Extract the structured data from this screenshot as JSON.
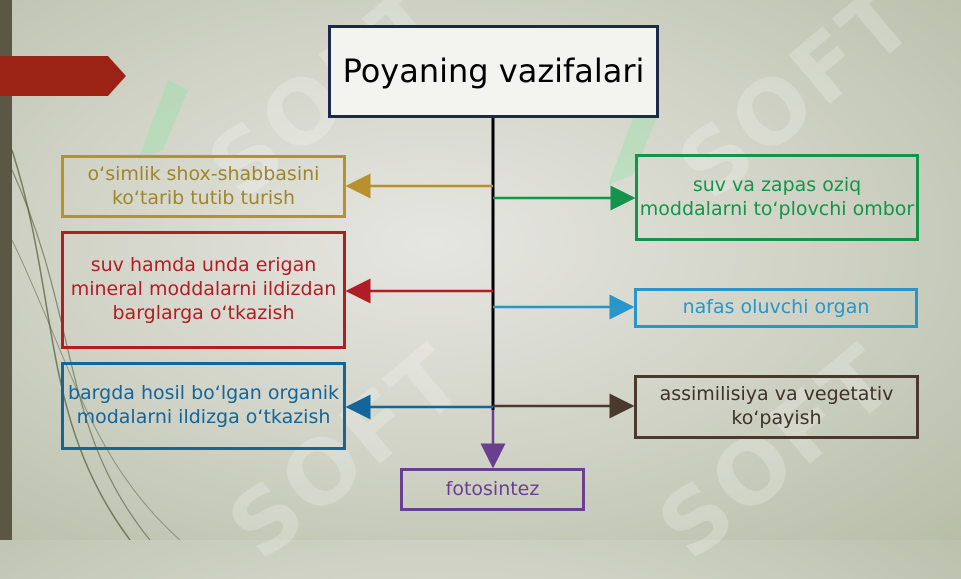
{
  "title": "Poyaning vazifalari",
  "functions_left": [
    "o‘simlik shox-shabbasini ko‘tarib tutib turish",
    "suv hamda unda erigan mineral moddalarni ildizdan barglarga o‘tkazish",
    "bargda hosil bo‘lgan organik modalarni ildizga o‘tkazish"
  ],
  "functions_right": [
    "suv va zapas oziq moddalarni to‘plovchi ombor",
    "nafas oluvchi organ",
    "assimilisiya va vegetativ ko‘payish"
  ],
  "function_bottom": "fotosintez",
  "watermark": "SOFT",
  "colors": {
    "title_border": "#1b2a4a",
    "gold": "#b8902c",
    "red": "#b11d25",
    "blue": "#13659a",
    "green": "#14944a",
    "light_blue": "#2896c8",
    "brown": "#4a3a2d",
    "purple": "#6b3f8f",
    "accent_tab": "#9b2316"
  }
}
